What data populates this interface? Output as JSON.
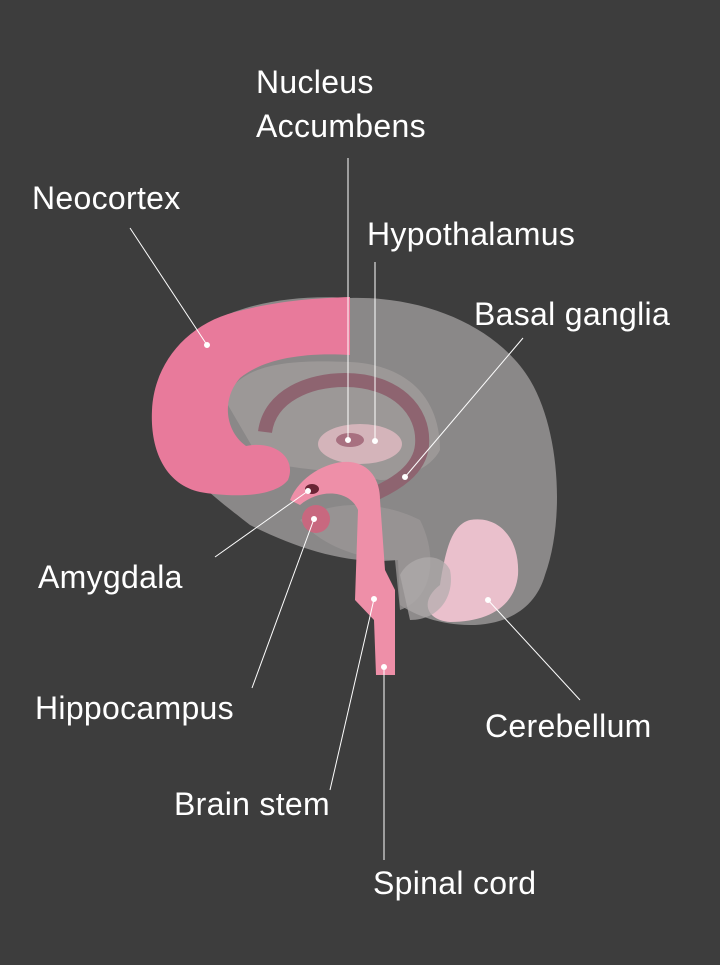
{
  "labels": {
    "nucleus_accumbens_line1": "Nucleus",
    "nucleus_accumbens_line2": "Accumbens",
    "neocortex": "Neocortex",
    "hypothalamus": "Hypothalamus",
    "basal_ganglia": "Basal ganglia",
    "amygdala": "Amygdala",
    "hippocampus": "Hippocampus",
    "cerebellum": "Cerebellum",
    "brain_stem": "Brain stem",
    "spinal_cord": "Spinal cord"
  },
  "colors": {
    "background": "#3d3d3d",
    "highlight": "#e87a9b",
    "light_pink": "#f4c6d4",
    "brain_gray": "#8a8888",
    "limbic": "#8e6470",
    "amygdala": "#6a2535"
  }
}
